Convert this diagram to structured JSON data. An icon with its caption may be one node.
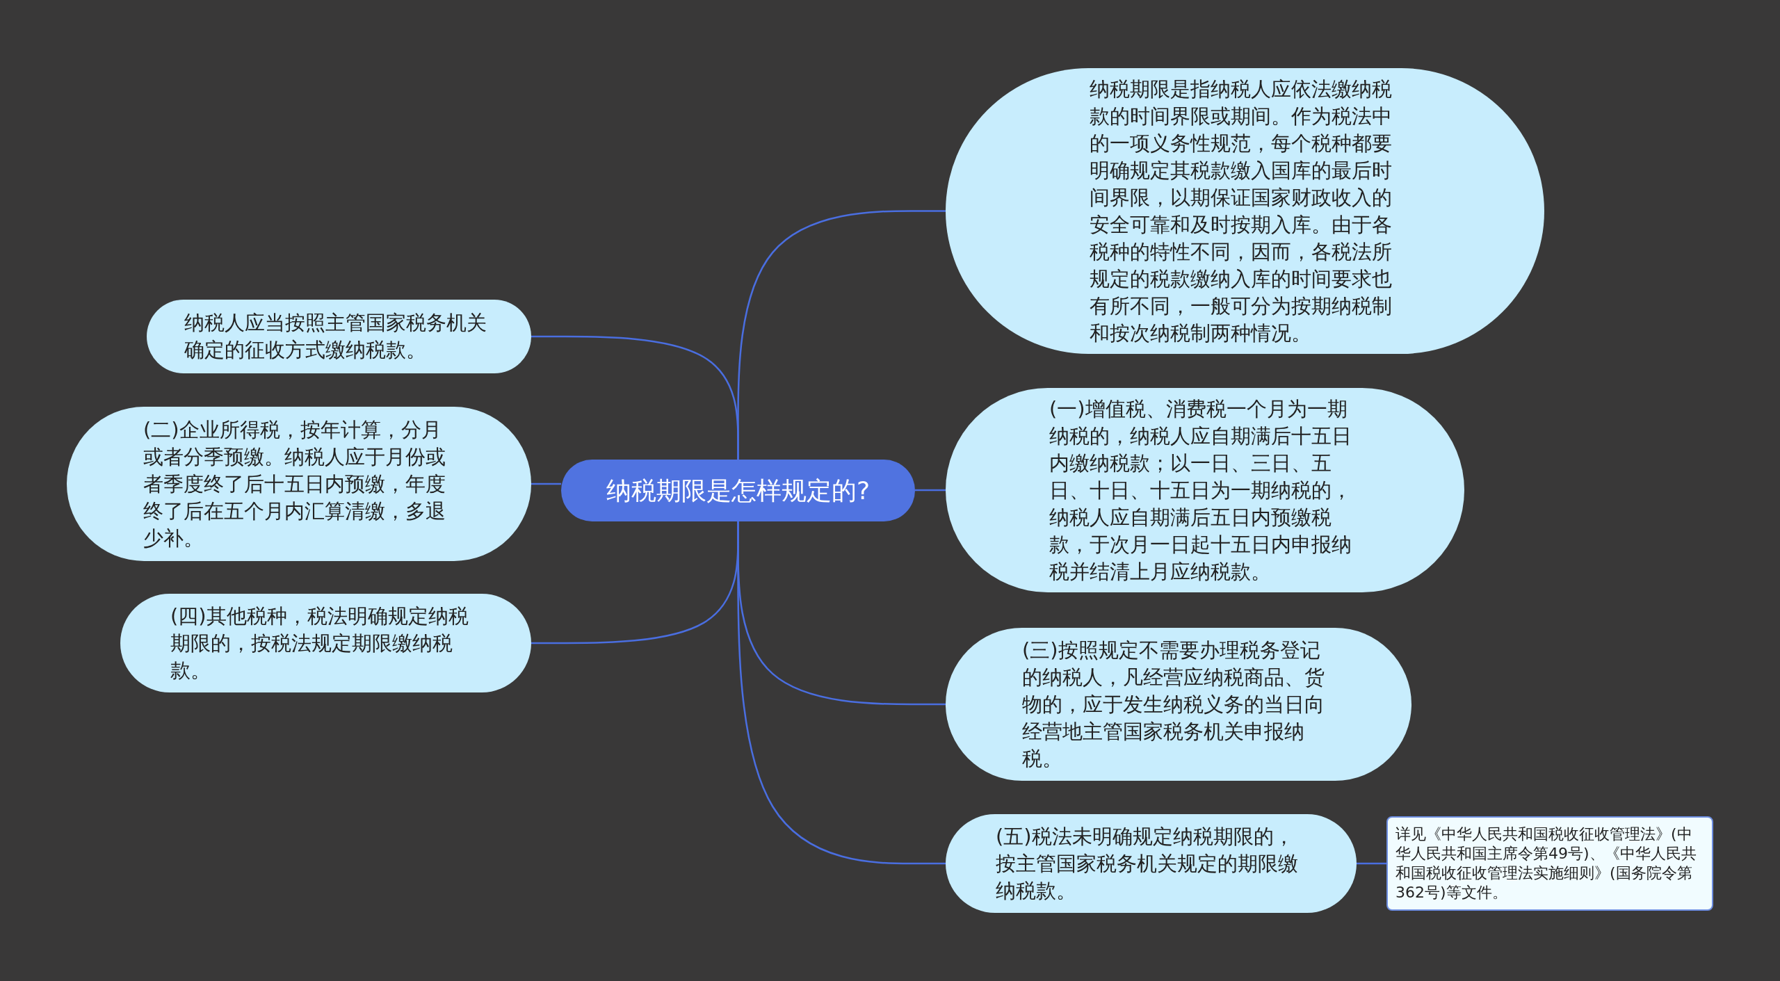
{
  "diagram": {
    "nodes": [
      {
        "text": [
          "纳税期限是怎样规定的?"
        ]
      },
      {
        "text": [
          "纳税期限是指纳税人应依法缴纳税款的时间界限或期间。作为税法中的一项义务性规范，每个税种都要明确规定其税款缴入国库的最后时间界限，以期保证国家财政收入的安全可靠和及时按期入库。由于各税种的特性不同，因而，各税法所规定的税款缴纳入库的时间要求也有所不同，一般可分为按期纳税制和按次纳税制两种情况。"
        ]
      },
      {
        "text": [
          "(一)增值税、消费税一个月为一期纳税的，纳税人应自期满后十五日内缴纳税款；以一日、三日、五日、十日、十五日为一期纳税的，纳税人应自期满后五日内预缴税款，于次月一日起十五日内申报纳税并结清上月应纳税款。"
        ]
      },
      {
        "text": [
          "(三)按照规定不需要办理税务登记的纳税人，凡经营应纳税商品、货物的，应于发生纳税义务的当日向经营地主管国家税务机关申报纳税。"
        ]
      },
      {
        "text": [
          "(五)税法未明确规定纳税期限的，按主管国家税务机关规定的期限缴纳税款。"
        ]
      },
      {
        "text": [
          "详见《中华人民共和国税收征收管理法》(中华人民共和国主席令第49号)、《中华人民共和国税收征收管理法实施细则》(国务院令第362号)等文件。"
        ]
      },
      {
        "text": [
          "纳税人应当按照主管国家税务机关确定的征收方式缴纳税款。"
        ]
      },
      {
        "text": [
          "(二)企业所得税，按年计算，分月或者分季预缴。纳税人应于月份或者季度终了后十五日内预缴，年度终了后在五个月内汇算清缴，多退少补。"
        ]
      },
      {
        "text": [
          "(四)其他税种，税法明确规定纳税期限的，按税法规定期限缴纳税款。"
        ]
      }
    ],
    "edges": [
      {
        "from": 0,
        "to": 1,
        "arrow": "none"
      },
      {
        "from": 0,
        "to": 2,
        "arrow": "none"
      },
      {
        "from": 0,
        "to": 3,
        "arrow": "none"
      },
      {
        "from": 0,
        "to": 4,
        "arrow": "none"
      },
      {
        "from": 4,
        "to": 5,
        "arrow": "none"
      },
      {
        "from": 0,
        "to": 6,
        "arrow": "none"
      },
      {
        "from": 0,
        "to": 7,
        "arrow": "none"
      },
      {
        "from": 0,
        "to": 8,
        "arrow": "none"
      }
    ]
  }
}
